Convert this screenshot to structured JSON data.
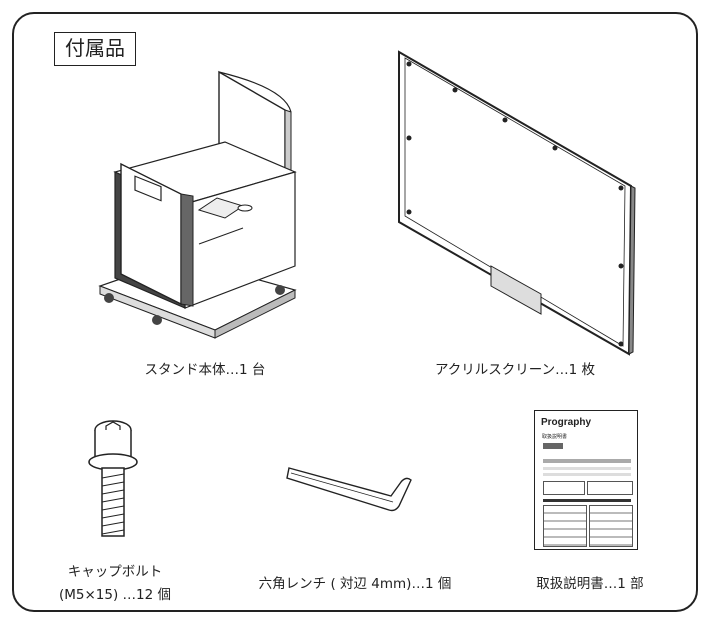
{
  "heading": "付属品",
  "items": [
    {
      "name": "stand",
      "label": "スタンド本体…1 台"
    },
    {
      "name": "screen",
      "label": "アクリルスクリーン…1 枚"
    },
    {
      "name": "bolt",
      "label_line1": "キャップボルト",
      "label_line2": "(M5×15) …12 個"
    },
    {
      "name": "wrench",
      "label": "六角レンチ ( 対辺 4mm)…1 個"
    },
    {
      "name": "manual",
      "label": "取扱説明書…1 部"
    }
  ],
  "manual_cover": {
    "brand": "Prography",
    "subtitle": "取扱説明書"
  }
}
